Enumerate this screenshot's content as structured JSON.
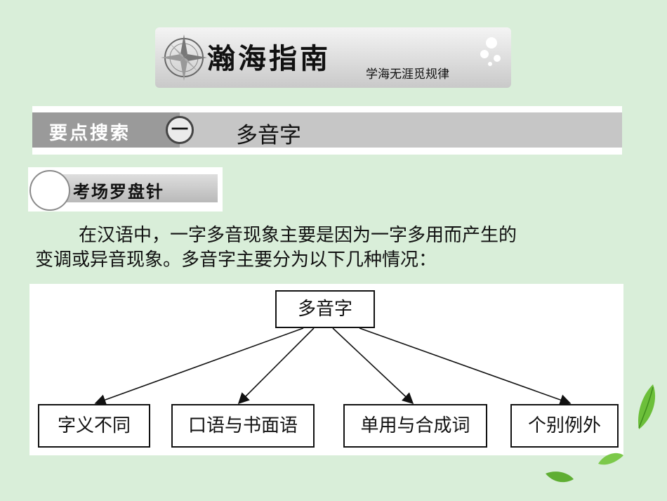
{
  "banner": {
    "title": "瀚海指南",
    "subtitle": "学海无涯觅规律"
  },
  "section": {
    "tag": "要点搜索",
    "number": "一",
    "heading": "多音字"
  },
  "badge": {
    "label": "考场罗盘针"
  },
  "paragraph": {
    "line1": "在汉语中，一字多音现象主要是因为一字多用而产生的",
    "line2": "变调或异音现象。多音字主要分为以下几种情况："
  },
  "diagram": {
    "root": "多音字",
    "children": [
      "字义不同",
      "口语与书面语",
      "单用与合成词",
      "个别例外"
    ]
  },
  "colors": {
    "background": "#d9eed9",
    "tag": "#9a9a9a",
    "bar": "#c6c6c6",
    "leaf": "#6cbf3a"
  }
}
